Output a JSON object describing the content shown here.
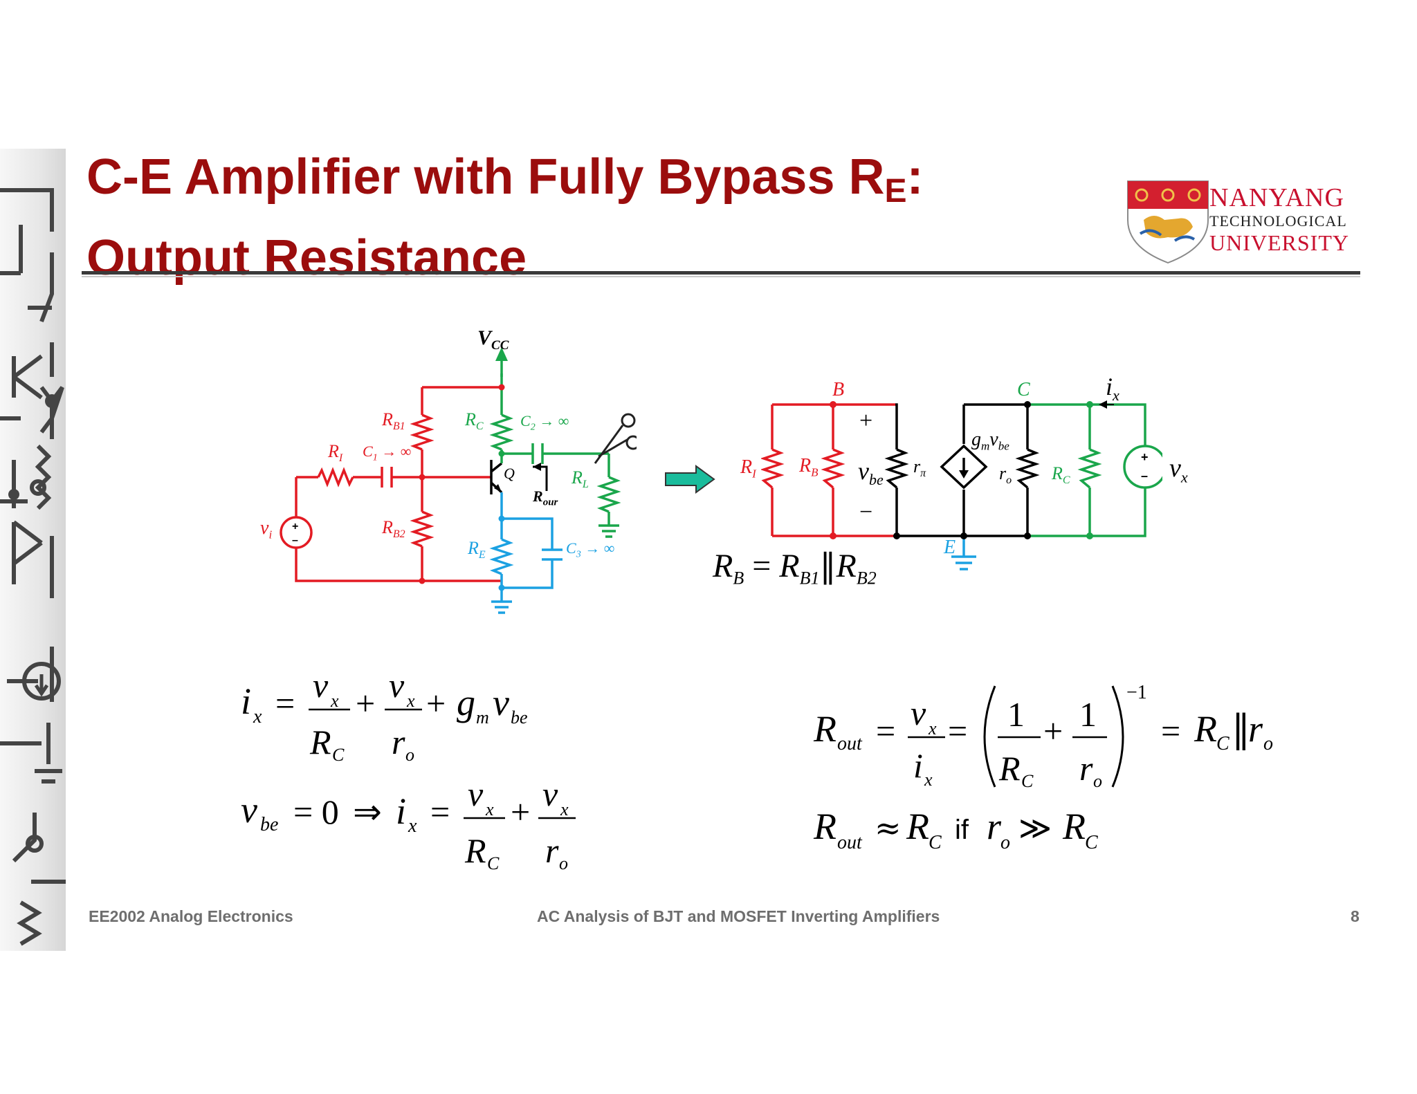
{
  "slide": {
    "title_main": "C-E Amplifier with Fully Bypass R",
    "title_sub": "E",
    "title_colon": ":",
    "title_line2": "Output Resistance",
    "footer_left": "EE2002 Analog Electronics",
    "footer_center": "AC Analysis of BJT and MOSFET Inverting Amplifiers",
    "page_number": "8"
  },
  "logo": {
    "line1": "NANYANG",
    "line2": "TECHNOLOGICAL",
    "line3": "UNIVERSITY"
  },
  "colors": {
    "title": "#9b0d0d",
    "red": "#e31b23",
    "green": "#1aa64b",
    "blue": "#1ba1e2",
    "black": "#000000",
    "arrow": "#1abc9c"
  },
  "schematic": {
    "vcc": "V",
    "vcc_sub": "CC",
    "rb1": "R",
    "rb1_sub": "B1",
    "rb2": "R",
    "rb2_sub": "B2",
    "ri": "R",
    "ri_sub": "I",
    "c1": "C",
    "c1_sub": "1",
    "c1_tail": "→ ∞",
    "rc": "R",
    "rc_sub": "C",
    "c2": "C",
    "c2_sub": "2",
    "c2_tail": "→ ∞",
    "q": "Q",
    "rout": "R",
    "rout_sub": "our",
    "rl": "R",
    "rl_sub": "L",
    "vi": "v",
    "vi_sub": "i",
    "re": "R",
    "re_sub": "E",
    "c3": "C",
    "c3_sub": "3",
    "c3_tail": "→ ∞"
  },
  "small_signal": {
    "node_b": "B",
    "node_c": "C",
    "node_e": "E",
    "ix": "i",
    "ix_sub": "x",
    "ri": "R",
    "ri_sub": "I",
    "rb": "R",
    "rb_sub": "B",
    "vbe": "v",
    "vbe_sub": "be",
    "plus": "+",
    "minus": "−",
    "rpi": "r",
    "rpi_sub": "π",
    "gm": "g",
    "gm_sub": "m",
    "gm_v": "v",
    "gm_vsub": "be",
    "ro": "r",
    "ro_sub": "o",
    "rc": "R",
    "rc_sub": "C",
    "vx": "v",
    "vx_sub": "x"
  },
  "equations": {
    "rb_eq": {
      "lhs": "R",
      "lhs_sub": "B",
      "eq": "=",
      "a": "R",
      "a_sub": "B1",
      "par": "‖",
      "b": "R",
      "b_sub": "B2"
    },
    "eq1": {
      "lhs": "i",
      "lhs_sub": "x",
      "eq": "=",
      "n1": "v",
      "n1_sub": "x",
      "d1": "R",
      "d1_sub": "C",
      "plus1": "+",
      "n2": "v",
      "n2_sub": "x",
      "d2": "r",
      "d2_sub": "o",
      "plus2": "+",
      "g": "g",
      "g_sub": "m",
      "v": "v",
      "v_sub": "be"
    },
    "eq2": {
      "lhs": "v",
      "lhs_sub": "be",
      "eq0": "= 0",
      "implies": "⇒",
      "i": "i",
      "i_sub": "x",
      "eq": "=",
      "n1": "v",
      "n1_sub": "x",
      "d1": "R",
      "d1_sub": "C",
      "plus": "+",
      "n2": "v",
      "n2_sub": "x",
      "d2": "r",
      "d2_sub": "o"
    },
    "eq3": {
      "lhs": "R",
      "lhs_sub": "out",
      "eq1": "=",
      "n": "v",
      "n_sub": "x",
      "d": "i",
      "d_sub": "x",
      "eq2": "=",
      "one1": "1",
      "d1": "R",
      "d1_sub": "C",
      "plus": "+",
      "one2": "1",
      "d2": "r",
      "d2_sub": "o",
      "exp": "−1",
      "eq3": "=",
      "r1": "R",
      "r1_sub": "C",
      "par": "‖",
      "r2": "r",
      "r2_sub": "o"
    },
    "eq4": {
      "lhs": "R",
      "lhs_sub": "out",
      "approx": "≈",
      "a": "R",
      "a_sub": "C",
      "if": "if",
      "b": "r",
      "b_sub": "o",
      "gg": "≫",
      "c": "R",
      "c_sub": "C"
    }
  }
}
